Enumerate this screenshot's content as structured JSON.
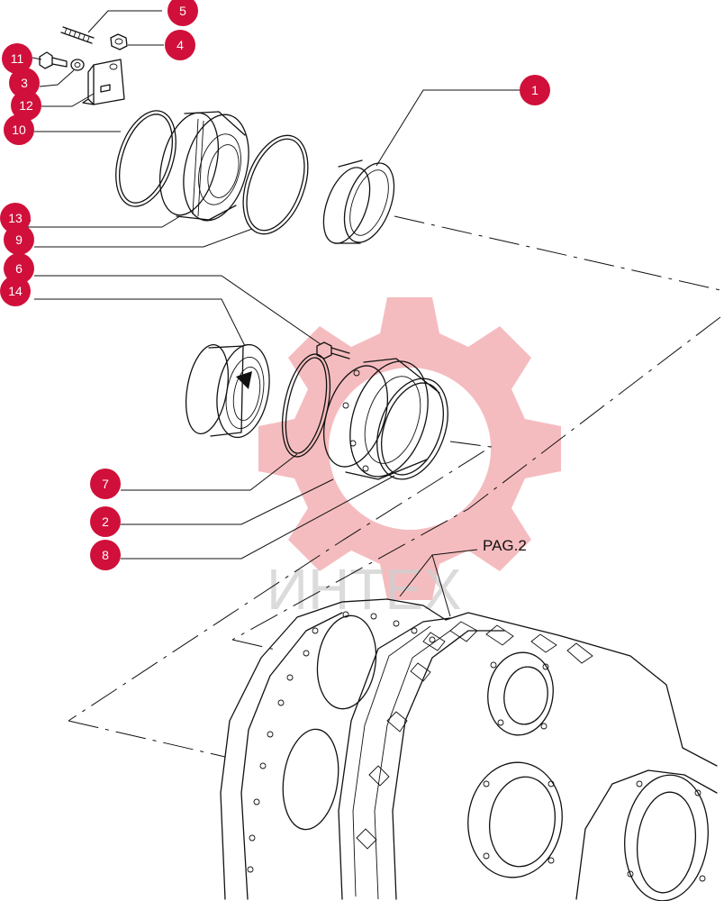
{
  "colors": {
    "badge": "#d0103a",
    "badge_text": "#ffffff",
    "line": "#111111",
    "watermark_gear": "#f3b0b4",
    "watermark_text": "#c8c8c8"
  },
  "watermark": {
    "text": "ИНТЕХ",
    "icon": "gear-icon"
  },
  "page_reference": "PAG.2",
  "callouts": [
    "5",
    "4",
    "11",
    "3",
    "12",
    "10",
    "1",
    "13",
    "9",
    "6",
    "14",
    "7",
    "2",
    "8"
  ]
}
